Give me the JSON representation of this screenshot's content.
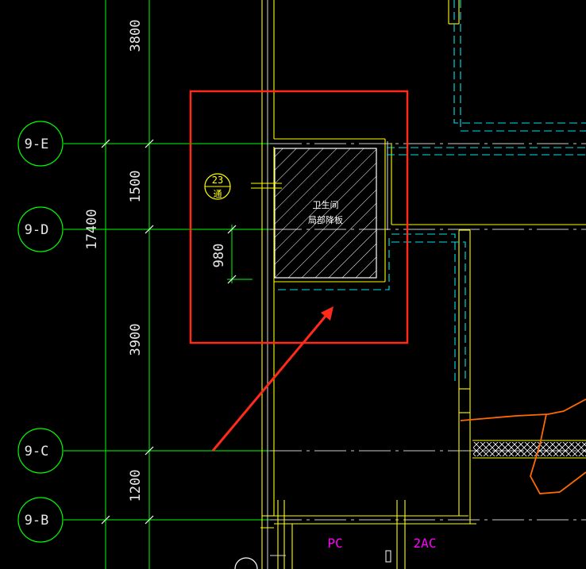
{
  "axes": [
    {
      "label": "9-E"
    },
    {
      "label": "9-D"
    },
    {
      "label": "9-C"
    },
    {
      "label": "9-B"
    }
  ],
  "dimensions": {
    "top": "3800",
    "ed": "1500",
    "dc": "3900",
    "cb": "1200",
    "total": "17400",
    "local": "980"
  },
  "room_label": {
    "line1": "卫生间",
    "line2": "局部降板"
  },
  "detail_mark": {
    "number": "23",
    "sheet": "通"
  },
  "labels": {
    "pc": "PC",
    "ac": "2AC"
  },
  "colors": {
    "background": "#000000",
    "axis_green": "#00ff00",
    "wall_yellow": "#ffff00",
    "dim_white": "#e8e8e8",
    "dashed_cyan": "#00e5ee",
    "highlight_red": "#ff2a1a",
    "magenta": "#ff00ff",
    "orange": "#ff6a00"
  }
}
